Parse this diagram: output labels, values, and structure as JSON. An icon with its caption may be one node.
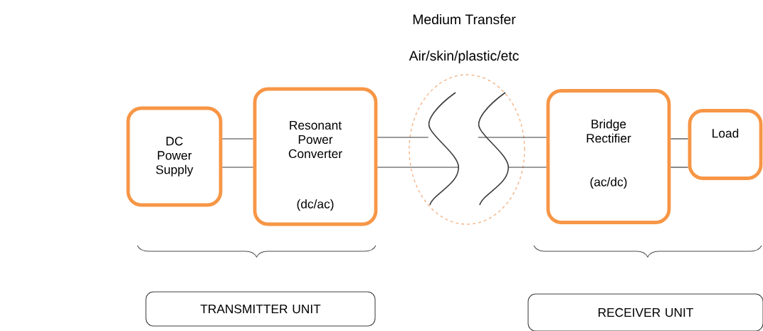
{
  "diagram": {
    "nodes": [
      {
        "text": [
          "DC Power Supply"
        ]
      },
      {
        "text": [
          "Resonant Power Converter",
          "(dc/ac)"
        ]
      },
      {
        "text": [],
        "shape": "ellipse"
      },
      {
        "text": [],
        "shape": "coil",
        "in": 2
      },
      {
        "text": [],
        "shape": "coil",
        "in": 2
      },
      {
        "text": [
          "Bridge Rectifier",
          "(ac/dc)"
        ]
      },
      {
        "text": [
          "Load"
        ]
      },
      {
        "text": [
          "TRANSMITTER UNIT"
        ]
      },
      {
        "text": [
          "RECEIVER UNIT"
        ]
      }
    ],
    "edges": [
      {
        "from": 0,
        "to": 1,
        "arrow": "none"
      },
      {
        "from": 0,
        "to": 1,
        "arrow": "none"
      },
      {
        "from": 1,
        "to": 3,
        "arrow": "none"
      },
      {
        "from": 1,
        "to": 3,
        "arrow": "none"
      },
      {
        "from": 4,
        "to": 5,
        "arrow": "none"
      },
      {
        "from": 4,
        "to": 5,
        "arrow": "none"
      },
      {
        "from": 5,
        "to": 6,
        "arrow": "none"
      },
      {
        "from": 5,
        "to": 6,
        "arrow": "none"
      }
    ],
    "labels": [
      "Medium Transfer",
      "Air/skin/plastic/etc"
    ]
  }
}
